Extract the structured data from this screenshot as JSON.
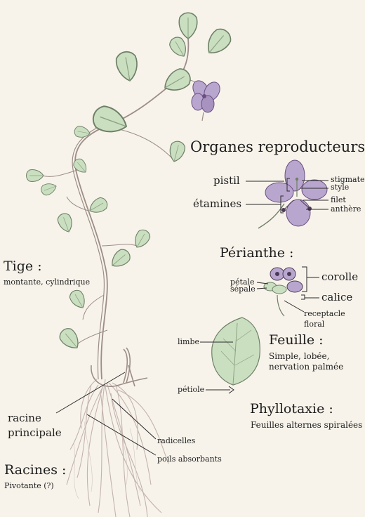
{
  "headings": {
    "organes": "Organes reproducteurs :",
    "perianthe": "Périanthe :",
    "feuille": "Feuille :",
    "phyllotaxie": "Phyllotaxie :",
    "tige": "Tige :",
    "racines": "Racines :"
  },
  "descriptions": {
    "tige": "montante, cylindrique",
    "feuille_line1": "Simple, lobée,",
    "feuille_line2": "nervation palmée",
    "phyllotaxie": "Feuilles alternes spiralées",
    "racines": "Pivotante (?)"
  },
  "labels": {
    "pistil": "pistil",
    "etamines": "étamines",
    "stigmate": "stigmate",
    "style": "style",
    "filet": "filet",
    "anthere": "anthère",
    "corolle": "corolle",
    "calice": "calice",
    "petale": "pétale",
    "sepale": "sépale",
    "receptacle_line1": "receptacle",
    "receptacle_line2": "floral",
    "limbe": "limbe",
    "petiole": "pétiole",
    "racine_line1": "racine",
    "racine_line2": "principale",
    "radicelles": "radicelles",
    "poils": "poils absorbants"
  },
  "colors": {
    "paper": "#f7f3ea",
    "leaf": "#c9dfc0",
    "leaf_edge": "#6f7f66",
    "stem": "#9c8d88",
    "petal": "#b9a6cf",
    "petal_dark": "#6a4f80",
    "root": "#c3b3ae"
  }
}
